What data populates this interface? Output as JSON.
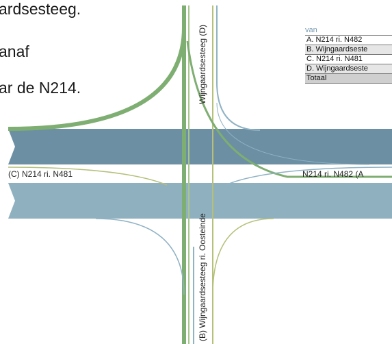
{
  "text_fragments": {
    "line1": "ardsesteeg.",
    "line2": "anaf",
    "line3": "ar de N214."
  },
  "labels": {
    "north": "Wijngaardsesteeg (D)",
    "south": "(B) Wijngaardsesteeg ri. Oosteinde",
    "west": "(C) N214 ri. N481",
    "east": "N214 ri. N482 (A"
  },
  "table": {
    "header": "van",
    "rows": [
      "A. N214 ri. N482",
      "B. Wijngaardseste",
      "C. N214 ri. N481",
      "D. Wijngaardseste"
    ],
    "total": "Totaal"
  },
  "colors": {
    "road_dark": "#6c8fa3",
    "road_light": "#8fb0bf",
    "flow_green": "#7fae72",
    "flow_olive": "#b6c07a",
    "flow_blue": "#8fb2c4"
  }
}
